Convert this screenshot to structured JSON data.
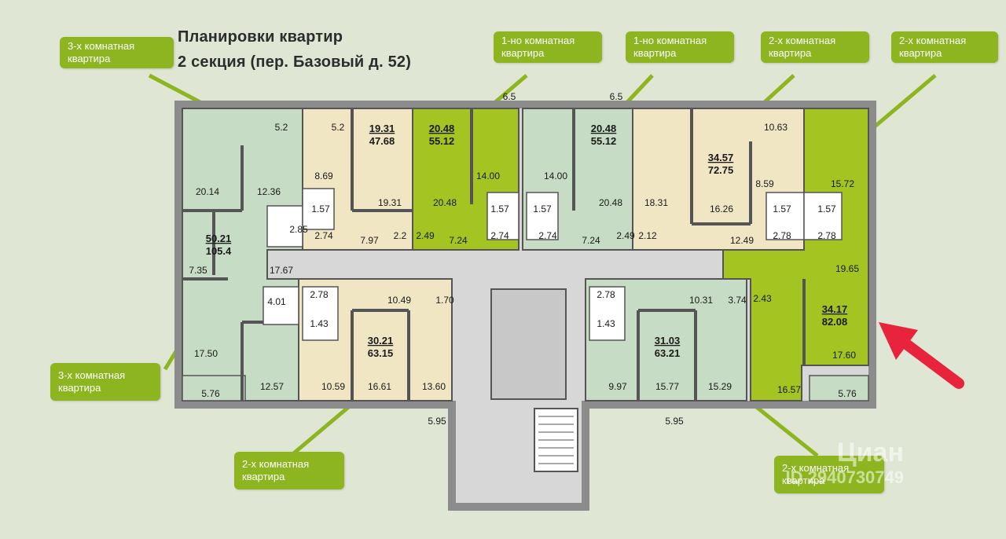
{
  "header": {
    "title_line1": "Планировки квартир",
    "title_line2": "2 секция (пер. Базовый д. 52)"
  },
  "colors": {
    "background": "#dfe6d4",
    "wall": "#8c8c8c",
    "wall_dark": "#555555",
    "corridor": "#d7d7d7",
    "mint": "#c6dcc4",
    "cream": "#f0e6c4",
    "lime": "#a3c421",
    "callout": "#8db51f",
    "arrow": "#e8243c"
  },
  "callouts": [
    {
      "id": "three-room-top-left",
      "line1": "3-х комнатная",
      "line2": "квартира"
    },
    {
      "id": "one-room-top-center",
      "line1": "1-но комнатная",
      "line2": "квартира"
    },
    {
      "id": "one-room-top-right",
      "line1": "1-но комнатная",
      "line2": "квартира"
    },
    {
      "id": "two-room-top-right",
      "line1": "2-х комнатная",
      "line2": "квартира"
    },
    {
      "id": "two-room-top-far-right",
      "line1": "2-х комнатная",
      "line2": "квартира"
    },
    {
      "id": "three-room-bottom-left",
      "line1": "3-х комнатная",
      "line2": "квартира"
    },
    {
      "id": "two-room-bottom-center",
      "line1": "2-х комнатная",
      "line2": "квартира"
    },
    {
      "id": "two-room-bottom-right",
      "line1": "2-х комнатная",
      "line2": "квартира"
    }
  ],
  "apartments": [
    {
      "id": "apt-3room-left",
      "living": "50.21",
      "total": "105.4"
    },
    {
      "id": "apt-2room-top-a",
      "living": "19.31",
      "total": "47.68"
    },
    {
      "id": "apt-1room-a",
      "living": "20.48",
      "total": "55.12"
    },
    {
      "id": "apt-1room-b",
      "living": "20.48",
      "total": "55.12"
    },
    {
      "id": "apt-2room-top-b",
      "living": "34.57",
      "total": "72.75"
    },
    {
      "id": "apt-2room-bottom-a",
      "living": "30.21",
      "total": "63.15"
    },
    {
      "id": "apt-2room-bottom-b",
      "living": "31.03",
      "total": "63.21"
    },
    {
      "id": "apt-2room-right",
      "living": "34.17",
      "total": "82.08"
    }
  ],
  "room_areas": {
    "r01": "5.2",
    "r02": "5.2",
    "r03": "6.5",
    "r04": "6.5",
    "r05": "10.63",
    "r06": "20.14",
    "r07": "12.36",
    "r08": "8.69",
    "r09": "19.31",
    "r10": "14.00",
    "r11": "14.00",
    "r12": "20.48",
    "r13": "20.48",
    "r14": "18.31",
    "r15": "16.26",
    "r16": "8.59",
    "r17": "15.72",
    "r18": "1.57",
    "r19": "1.57",
    "r20": "1.57",
    "r21": "1.57",
    "r22": "1.57",
    "r23": "2.85",
    "r24": "2.74",
    "r25": "2.74",
    "r26": "2.74",
    "r27": "7.97",
    "r28": "2.2",
    "r29": "2.49",
    "r30": "7.24",
    "r31": "7.24",
    "r32": "2.49",
    "r33": "2.12",
    "r34": "12.49",
    "r35": "2.78",
    "r36": "2.78",
    "r37": "7.35",
    "r38": "17.67",
    "r39": "19.65",
    "r40": "2.78",
    "r41": "10.49",
    "r42": "1.70",
    "r43": "4.01",
    "r44": "1.43",
    "r45": "2.78",
    "r46": "10.31",
    "r47": "1.43",
    "r48": "3.74",
    "r49": "2.43",
    "r50": "17.50",
    "r51": "12.57",
    "r52": "10.59",
    "r53": "16.61",
    "r54": "13.60",
    "r55": "9.97",
    "r56": "15.77",
    "r57": "15.29",
    "r58": "16.57",
    "r59": "17.60",
    "r60": "5.76",
    "r61": "5.95",
    "r62": "5.95",
    "r63": "5.76"
  },
  "watermark": {
    "brand": "Циан",
    "id": "ID 2940730749"
  }
}
